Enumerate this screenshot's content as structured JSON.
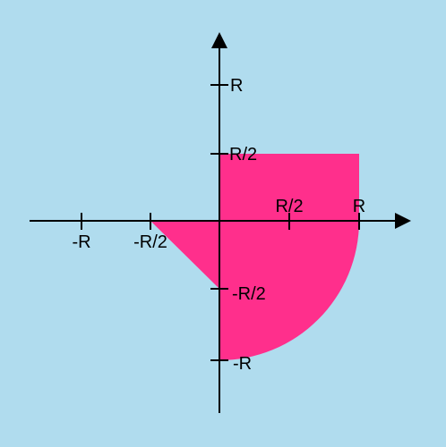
{
  "diagram": {
    "background_color": "#b0dcee",
    "area_color": "#ff2f8c",
    "axis_color": "#000000",
    "x_tick_labels": {
      "neg_r": "-R",
      "neg_half_r": "-R/2",
      "half_r": "R/2",
      "r": "R"
    },
    "y_tick_labels": {
      "half_r": "R/2",
      "r": "R",
      "neg_half_r": "-R/2",
      "neg_r": "-R"
    },
    "regions": {
      "rectangle": "quadrant I: 0 ≤ x ≤ R, 0 ≤ y ≤ R/2",
      "triangle": "quadrant III: vertices (0,0), (-R/2,0), (0,-R/2)",
      "quarter_circle": "quadrant IV: radius R"
    }
  }
}
